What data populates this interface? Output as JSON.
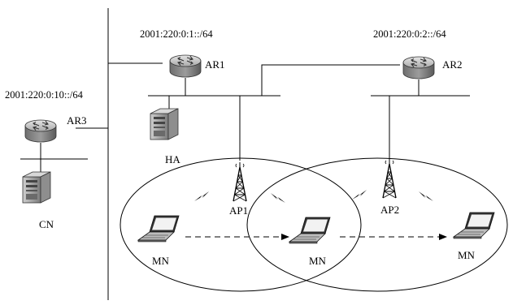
{
  "diagram": {
    "subnets": {
      "ar1_prefix": "2001:220:0:1::/64",
      "ar2_prefix": "2001:220:0:2::/64",
      "ar3_prefix": "2001:220:0:10::/64"
    },
    "nodes": {
      "ar1": "AR1",
      "ar2": "AR2",
      "ar3": "AR3",
      "ha": "HA",
      "cn": "CN",
      "ap1": "AP1",
      "ap2": "AP2",
      "mn_left": "MN",
      "mn_middle": "MN",
      "mn_right": "MN"
    },
    "colors": {
      "line": "#000000",
      "router_body": "#8a8a8a",
      "router_top": "#c8c8c8",
      "server": "#9a9a9a"
    }
  }
}
